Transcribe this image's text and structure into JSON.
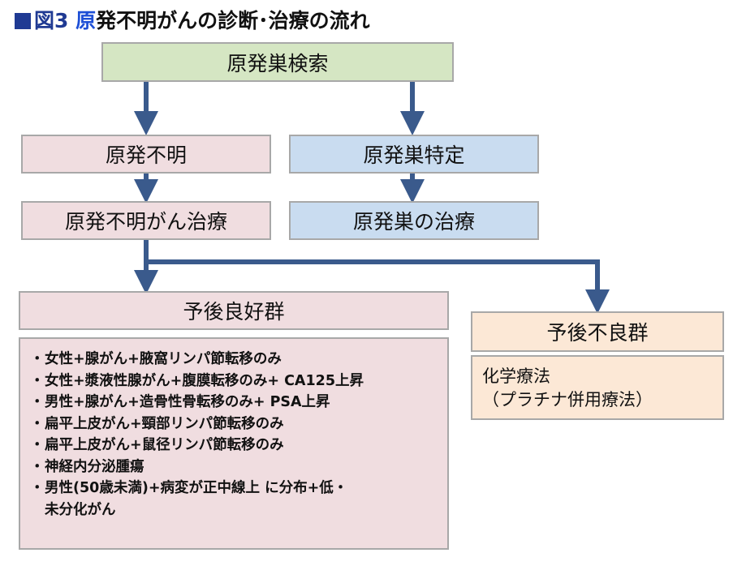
{
  "title": {
    "prefix": "図3",
    "highlight": "原",
    "rest": "発不明がんの診断･治療の流れ"
  },
  "boxes": {
    "search": "原発巣検索",
    "unknown": "原発不明",
    "identified": "原発巣特定",
    "unknown_treatment": "原発不明がん治療",
    "primary_treatment": "原発巣の治療",
    "good_prognosis": "予後良好群",
    "poor_prognosis": "予後不良群"
  },
  "good_prognosis_items": [
    {
      "bullet": "・",
      "text": "女性+腺がん+腋窩リンパ節転移のみ"
    },
    {
      "bullet": "・",
      "text": "女性+漿液性腺がん+腹膜転移のみ+ CA125上昇"
    },
    {
      "bullet": "・",
      "text": "男性+腺がん+造骨性骨転移のみ+ PSA上昇"
    },
    {
      "bullet": "・",
      "text": "扁平上皮がん+頸部リンパ節転移のみ"
    },
    {
      "bullet": "・",
      "text": "扁平上皮がん+鼠径リンパ節転移のみ"
    },
    {
      "bullet": "・",
      "text": "神経内分泌腫瘍"
    },
    {
      "bullet": "・",
      "text": "男性(50歳未満)+病変が正中線上 に分布+低・\n未分化がん"
    }
  ],
  "poor_prognosis_treatment": {
    "line1": "化学療法",
    "line2": "（プラチナ併用療法）"
  },
  "colors": {
    "title_blue": "#1f3a93",
    "arrow": "#3a5a8c",
    "green_box": "#d5e6c3",
    "pink_box": "#f0dde0",
    "blue_box": "#c9dcf0",
    "peach_box": "#fce8d6"
  }
}
